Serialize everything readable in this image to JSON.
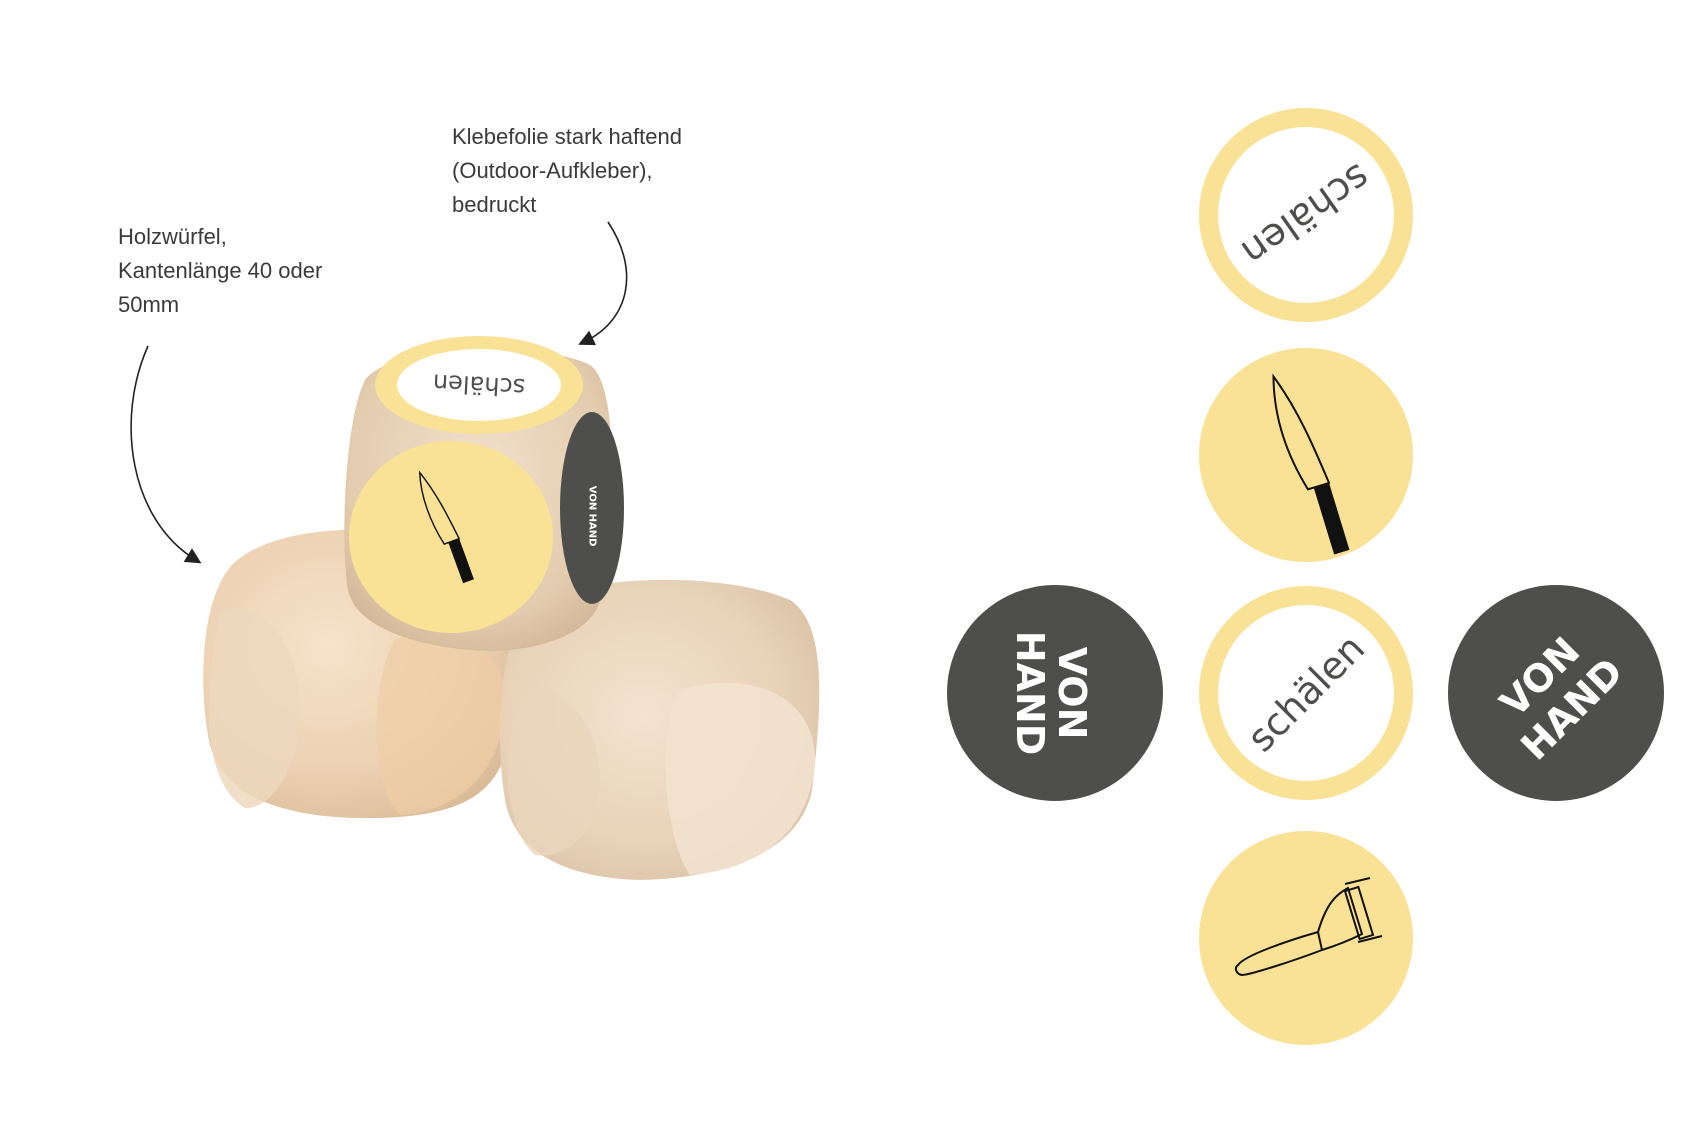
{
  "annotations": {
    "wood_lines": [
      "Holzwürfel,",
      "Kantenlänge 40 oder",
      "50mm"
    ],
    "sticker_lines": [
      "Klebefolie stark haftend",
      "(Outdoor-Aufkleber),",
      "bedruckt"
    ]
  },
  "stickers": {
    "text_word": "schälen",
    "hand_line1": "VON",
    "hand_line2": "HAND",
    "icons": [
      "knife-icon",
      "peeler-icon"
    ]
  },
  "colors": {
    "accent_yellow": "#F9E196",
    "dark_gray": "#4E4F4D",
    "wood": "#EBCFAE",
    "background": "#FFFFFF"
  }
}
